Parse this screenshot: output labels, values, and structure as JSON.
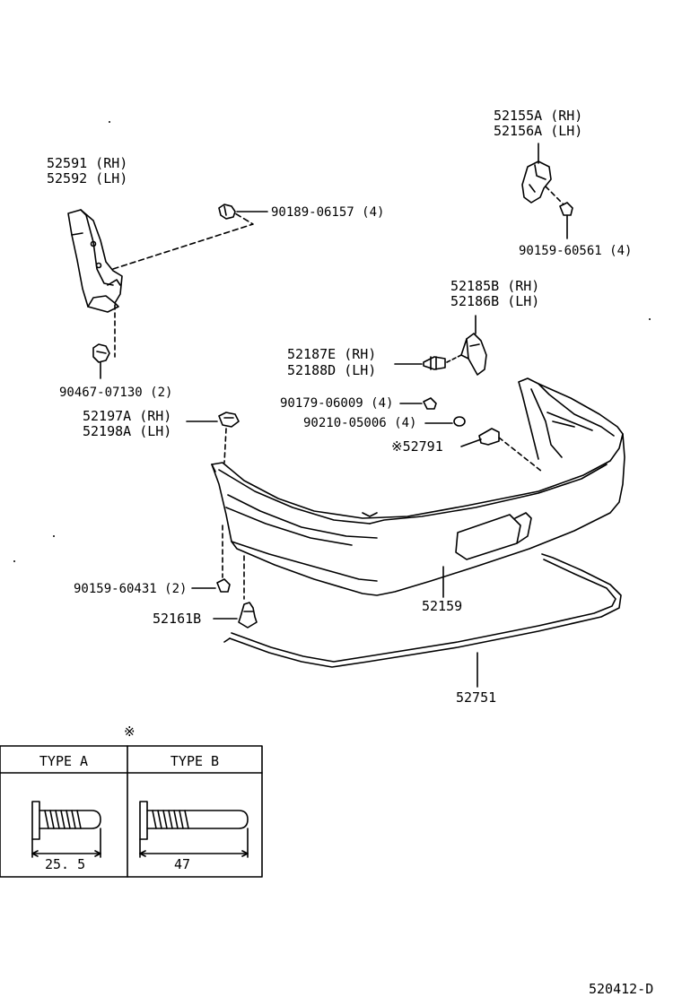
{
  "parts": {
    "bracket_main": {
      "l1": "52591 (RH)",
      "l2": "52592 (LH)"
    },
    "bolt_upper": "90189-06157 (4)",
    "clip_lower": "90467-07130 (2)",
    "bracket_right": {
      "l1": "52155A (RH)",
      "l2": "52156A (LH)"
    },
    "bolt_right": "90159-60561 (4)",
    "retainer": {
      "l1": "52185B (RH)",
      "l2": "52186B (LH)"
    },
    "bolt_mid": {
      "l1": "52187E (RH)",
      "l2": "52188D (LH)"
    },
    "nut": "90179-06009 (4)",
    "washer": "90210-05006 (4)",
    "screw_special": "※52791",
    "clip_side": {
      "l1": "52197A (RH)",
      "l2": "52198A (LH)"
    },
    "bolt_lower": "90159-60431 (2)",
    "clip_bottom": "52161B",
    "bumper_cover": "52159",
    "molding": "52751"
  },
  "type_table": {
    "mark": "※",
    "col_a": "TYPE  A",
    "col_b": "TYPE  B",
    "dim_a": "25. 5",
    "dim_b": "47"
  },
  "diagram_code": "520412-D"
}
